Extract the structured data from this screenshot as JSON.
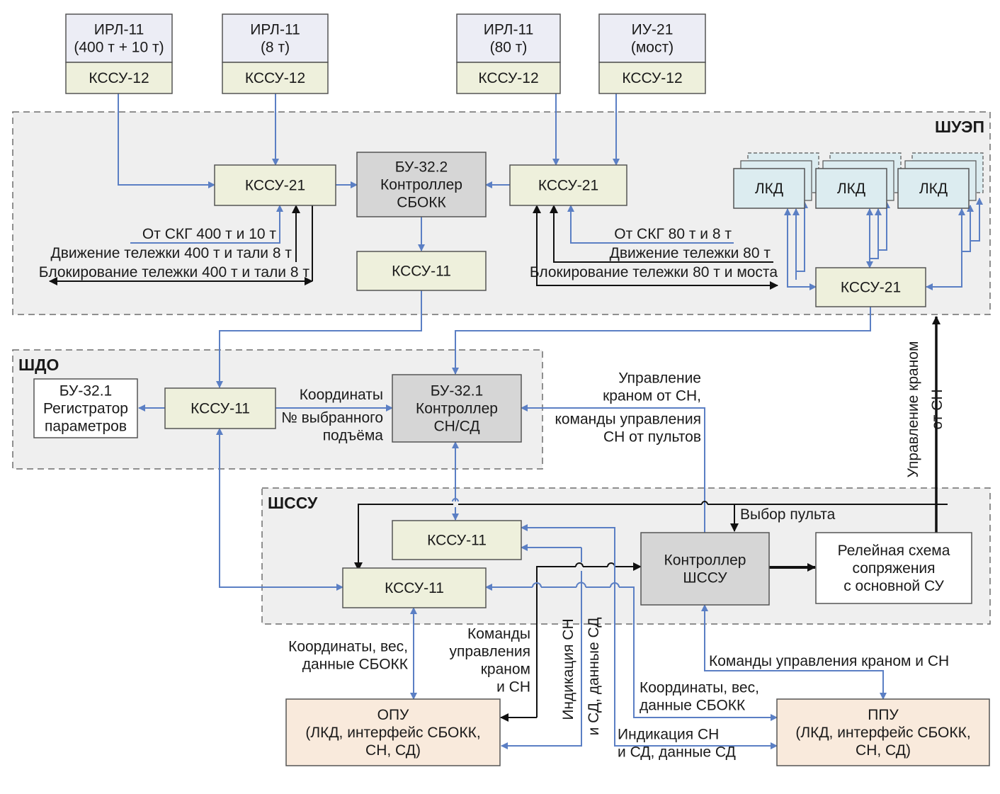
{
  "colors": {
    "blue_line": "#5b7fc4",
    "black_line": "#111111",
    "green_box": "#eef0dc",
    "top_box": "#ecedf5",
    "grey_box": "#d6d6d6",
    "lkd_box": "#dcecf0",
    "peach_box": "#f9eadc",
    "section_bg": "#efefef"
  },
  "sections": {
    "shuep": "ШУЭП",
    "shdo": "ШДО",
    "shssu": "ШССУ"
  },
  "top_units": [
    {
      "top": [
        "ИРЛ-11",
        "(400 т + 10 т)"
      ],
      "bottom": "КССУ-12"
    },
    {
      "top": [
        "ИРЛ-11",
        "(8 т)"
      ],
      "bottom": "КССУ-12"
    },
    {
      "top": [
        "ИРЛ-11",
        "(80 т)"
      ],
      "bottom": "КССУ-12"
    },
    {
      "top": [
        "ИУ-21",
        "(мост)"
      ],
      "bottom": "КССУ-12"
    }
  ],
  "blocks": {
    "kssu21_left": [
      "КССУ-21"
    ],
    "bu322": [
      "БУ-32.2",
      "Контроллер",
      "СБОКК"
    ],
    "kssu21_mid": [
      "КССУ-21"
    ],
    "kssu11_shuep": [
      "КССУ-11"
    ],
    "lkd_1": [
      "ЛКД"
    ],
    "lkd_2": [
      "ЛКД"
    ],
    "lkd_3": [
      "ЛКД"
    ],
    "kssu21_right": [
      "КССУ-21"
    ],
    "bu321_reg": [
      "БУ-32.1",
      "Регистратор",
      "параметров"
    ],
    "kssu11_shdo": [
      "КССУ-11"
    ],
    "bu321_ctrl": [
      "БУ-32.1",
      "Контроллер",
      "СН/СД"
    ],
    "kssu11_shssu_top": [
      "КССУ-11"
    ],
    "kssu11_shssu_bot": [
      "КССУ-11"
    ],
    "ctrl_shssu": [
      "Контроллер",
      "ШССУ"
    ],
    "relay": [
      "Релейная схема",
      "сопряжения",
      "с основной СУ"
    ],
    "opu": [
      "ОПУ",
      "(ЛКД, интерфейс СБОКК,",
      "СН, СД)"
    ],
    "ppu": [
      "ППУ",
      "(ЛКД, интерфейс СБОКК,",
      "СН, СД)"
    ]
  },
  "labels": {
    "skg_400": [
      "От СКГ 400 т и 10 т"
    ],
    "move_400": [
      "Движение тележки 400 т и тали 8 т"
    ],
    "block_400": [
      "Блокирование тележки 400 т и тали 8 т"
    ],
    "skg_80": [
      "От СКГ 80 т и 8 т"
    ],
    "move_80": [
      "Движение тележки 80 т"
    ],
    "block_80": [
      "Блокирование тележки 80 т и моста"
    ],
    "coords": [
      "Координаты"
    ],
    "lift": [
      "№ выбранного",
      "подъёма"
    ],
    "crane_ctrl": [
      "Управление",
      "краном от СН,"
    ],
    "sn_cmds": [
      "команды управления",
      "СН от пультов"
    ],
    "vertical_ctrl": [
      "Управление краном",
      "от СН"
    ],
    "select_panel": [
      "Выбор пульта"
    ],
    "coords_opu": [
      "Координаты, вес,",
      "данные СБОКК"
    ],
    "cmds_opu": [
      "Команды",
      "управления",
      "краном",
      "и СН"
    ],
    "ind_v1": [
      "Индикация СН"
    ],
    "ind_v2": [
      "и СД, данные СД"
    ],
    "coords_ppu": [
      "Координаты, вес,",
      "данные СБОКК"
    ],
    "ind_ppu": [
      "Индикация СН",
      "и СД, данные СД"
    ],
    "cmds_ppu": [
      "Команды управления краном и СН"
    ]
  }
}
